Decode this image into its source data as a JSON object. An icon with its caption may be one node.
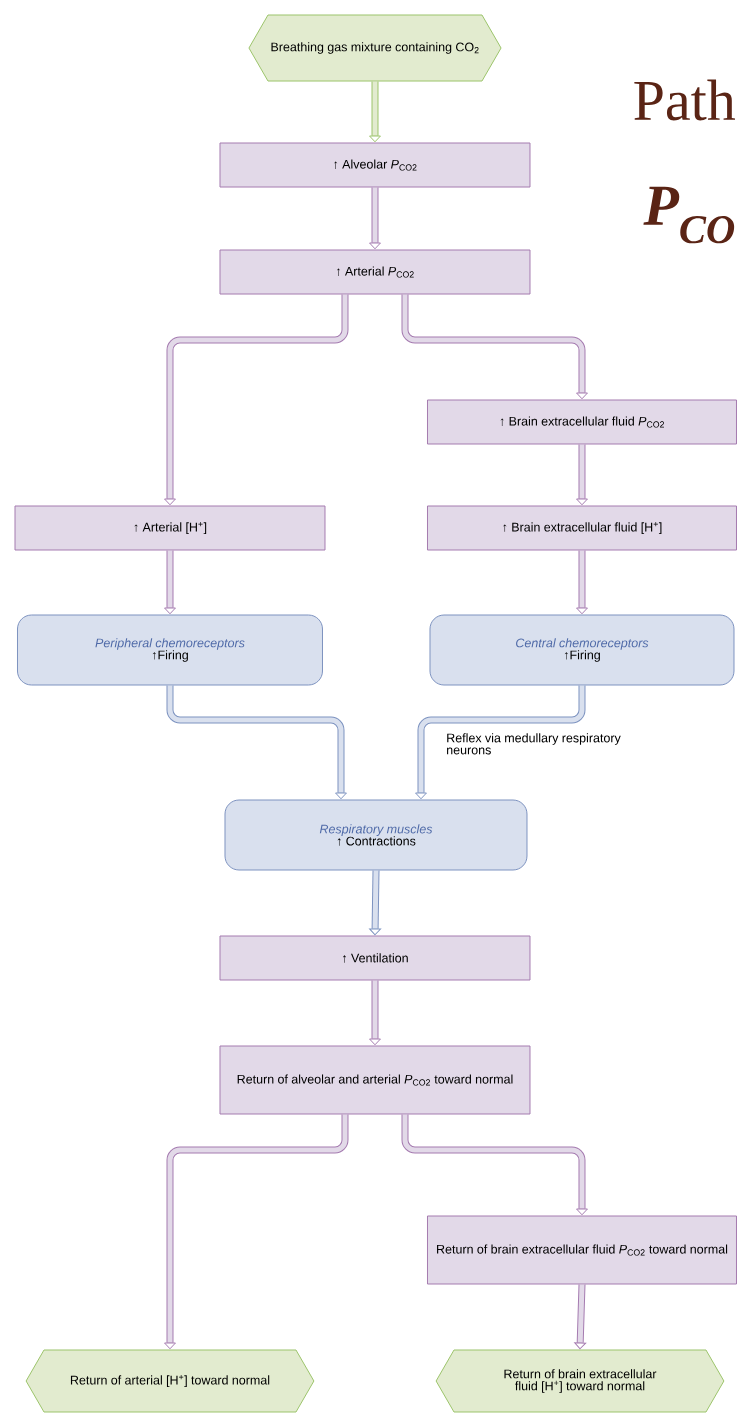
{
  "diagram": {
    "nodes": [
      {
        "text": [
          "Breathing gas mixture containing CO$_{2}$"
        ]
      },
      {
        "text": [
          "↑ Alveolar *P*$_{CO2}$"
        ]
      },
      {
        "text": [
          "↑ Arterial *P*$_{CO2}$"
        ]
      },
      {
        "text": [
          "↑ Brain extracellular fluid *P*$_{CO2}$"
        ]
      },
      {
        "text": [
          "↑ Arterial [H$^{+}$]"
        ]
      },
      {
        "text": [
          "↑ Brain extracellular fluid [H$^{+}$]"
        ]
      },
      {
        "text": [
          "Peripheral chemoreceptors",
          "↑Firing"
        ]
      },
      {
        "text": [
          "Central chemoreceptors",
          "↑Firing"
        ]
      },
      {
        "text": [
          "Respiratory muscles",
          "↑ Contractions"
        ]
      },
      {
        "text": [
          "↑ Ventilation"
        ]
      },
      {
        "text": [
          "Return of alveolar and arterial *P*$_{CO2}$ toward normal"
        ]
      },
      {
        "text": [
          "Return of brain extracellular fluid *P*$_{CO2}$ toward normal"
        ]
      },
      {
        "text": [
          "Return of arterial [H$^{+}$] toward normal"
        ]
      },
      {
        "text": [
          "Return of brain extracellular fluid [H$^{+}$] toward normal"
        ]
      }
    ],
    "edges": [
      {
        "from": 0,
        "to": 1,
        "arrow": "to",
        "color": "#9cc46a"
      },
      {
        "from": 1,
        "to": 2,
        "arrow": "to"
      },
      {
        "from": 2,
        "to": 4,
        "arrow": "to"
      },
      {
        "from": 2,
        "to": 3,
        "arrow": "to"
      },
      {
        "from": 3,
        "to": 5,
        "arrow": "to"
      },
      {
        "from": 4,
        "to": 6,
        "arrow": "to"
      },
      {
        "from": 5,
        "to": 7,
        "arrow": "to"
      },
      {
        "from": 6,
        "to": 8,
        "arrow": "to",
        "color": "#7d93c0"
      },
      {
        "from": 7,
        "to": 8,
        "arrow": "to",
        "color": "#7d93c0",
        "label": "Reflex via medullary respiratory neurons"
      },
      {
        "from": 8,
        "to": 9,
        "arrow": "to",
        "color": "#7d93c0"
      },
      {
        "from": 9,
        "to": 10,
        "arrow": "to"
      },
      {
        "from": 10,
        "to": 12,
        "arrow": "to"
      },
      {
        "from": 10,
        "to": 11,
        "arrow": "to"
      },
      {
        "from": 11,
        "to": 13,
        "arrow": "to"
      }
    ],
    "labels": [
      "Path",
      "P$_{CO}$"
    ]
  }
}
